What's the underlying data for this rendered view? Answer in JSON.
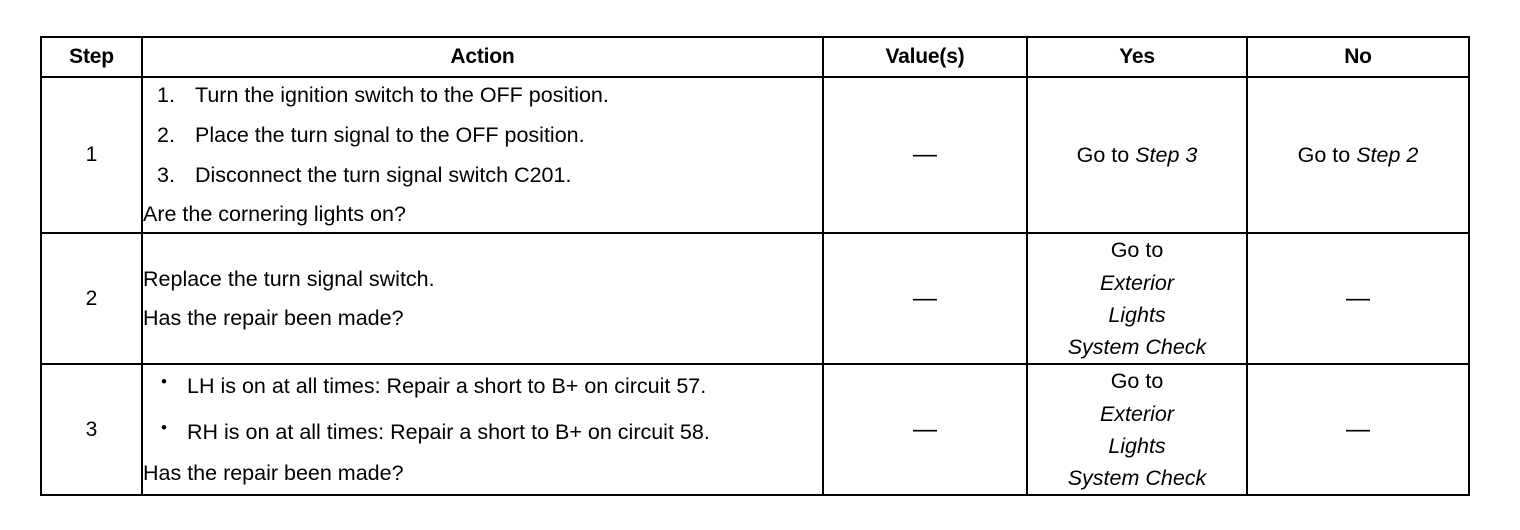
{
  "table": {
    "headers": [
      "Step",
      "Action",
      "Value(s)",
      "Yes",
      "No"
    ],
    "rows": [
      {
        "step": "1",
        "action": {
          "type": "numbered",
          "items": [
            {
              "num": "1.",
              "text": "Turn the ignition switch to the OFF position."
            },
            {
              "num": "2.",
              "text": "Place the turn signal to the OFF position."
            },
            {
              "num": "3.",
              "text": "Disconnect the turn signal switch C201."
            }
          ],
          "question": "Are the cornering lights on?"
        },
        "value": "—",
        "yes": {
          "prefix": "Go to ",
          "lines": [
            "Step 3"
          ]
        },
        "no": {
          "prefix": "Go to ",
          "lines": [
            "Step 2"
          ]
        }
      },
      {
        "step": "2",
        "action": {
          "type": "plain",
          "lead": "Replace the turn signal switch.",
          "question": "Has the repair been made?"
        },
        "value": "—",
        "yes": {
          "prefix": "Go to ",
          "lines": [
            "Exterior",
            "Lights",
            "System Check"
          ]
        },
        "no": {
          "plain": "—"
        }
      },
      {
        "step": "3",
        "action": {
          "type": "bulleted",
          "items": [
            {
              "bullet": "•",
              "text": "LH is on at all times: Repair a short to B+ on circuit 57."
            },
            {
              "bullet": "•",
              "text": "RH is on at all times: Repair a short to B+ on circuit 58."
            }
          ],
          "question": "Has the repair been made?"
        },
        "value": "—",
        "yes": {
          "prefix": "Go to ",
          "lines": [
            "Exterior",
            "Lights",
            "System Check"
          ]
        },
        "no": {
          "plain": "—"
        }
      }
    ]
  }
}
